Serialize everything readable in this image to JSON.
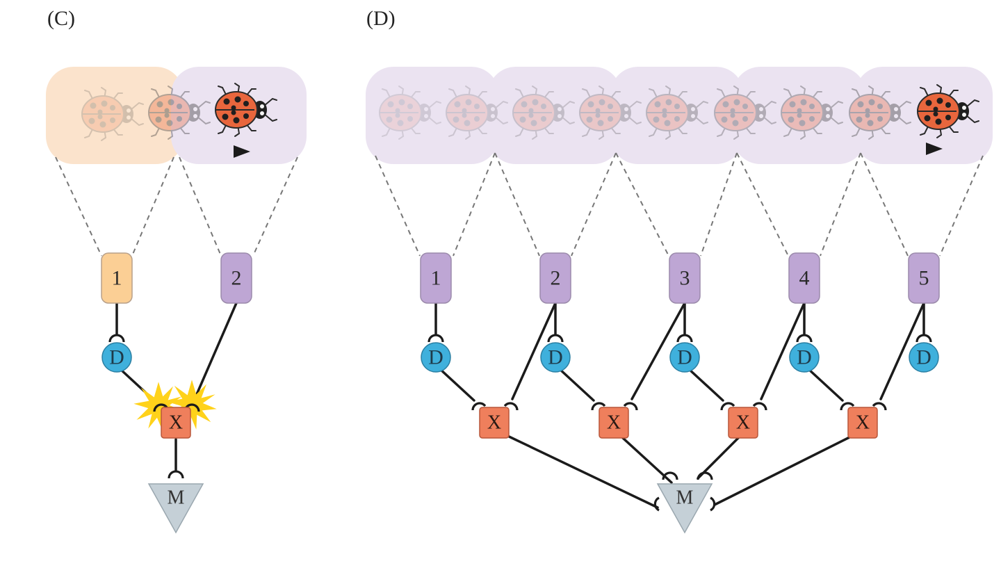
{
  "panels": {
    "C": {
      "label": "(C)",
      "receptors": [
        "1",
        "2"
      ],
      "delay_label": "D",
      "detector_label": "X",
      "motor_label": "M"
    },
    "D": {
      "label": "(D)",
      "receptors": [
        "1",
        "2",
        "3",
        "4",
        "5"
      ],
      "delay_label": "D",
      "detector_label": "X",
      "motor_label": "M"
    }
  },
  "colors": {
    "receptor_first_C": "#fbcf95",
    "receptor_purple": "#bea6d4",
    "delay_node": "#3fb0dc",
    "detector_node": "#ef7f5c",
    "motor_node": "#c5d0d7",
    "field_orange": "#fbe3cc",
    "field_purple": "#ebe3f1",
    "flash": "#ffd21a",
    "ladybug_shell": "#e8663d"
  },
  "icons": [
    "ladybug-icon",
    "motion-arrow-icon",
    "flash-burst-icon"
  ]
}
